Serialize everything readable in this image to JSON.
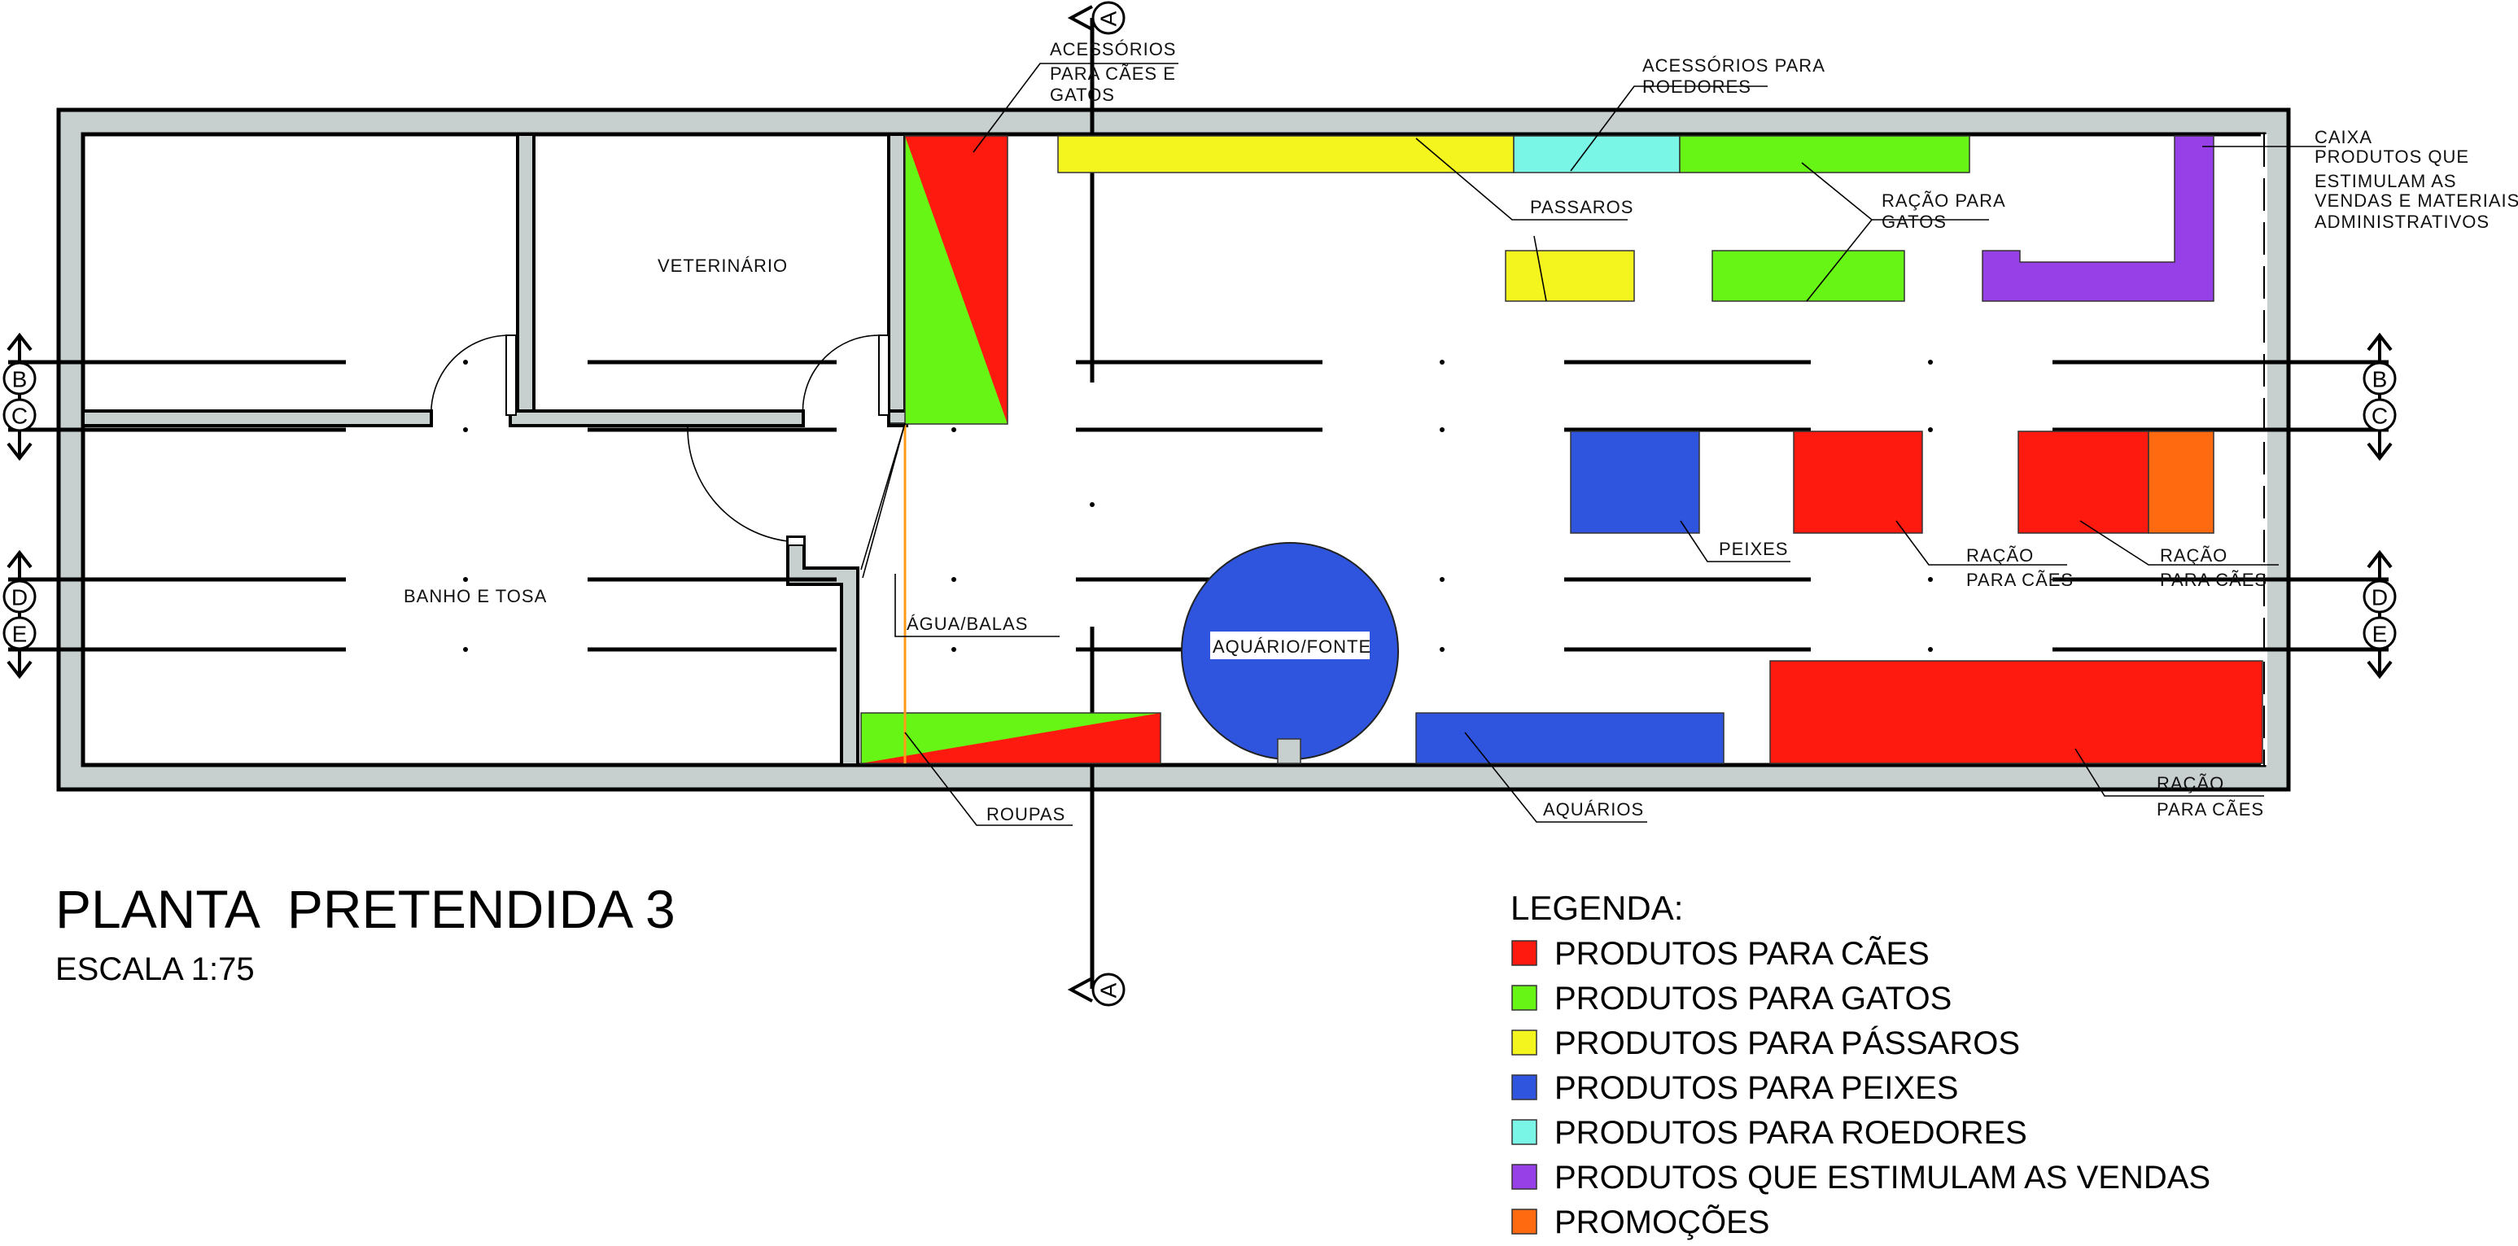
{
  "title": "PLANTA  PRETENDIDA 3",
  "scale": "ESCALA 1:75",
  "rooms": {
    "veterinario": "VETERINÁRIO",
    "banho_tosa": "BANHO  E  TOSA"
  },
  "labels": {
    "acessorios_caes_1": "ACESSÓRIOS",
    "acessorios_caes_2": "PARA  CÃES  E",
    "acessorios_caes_3": "GATOS",
    "acessorios_roedores_1": "ACESSÓRIOS  PARA",
    "acessorios_roedores_2": "ROEDORES",
    "caixa_1": "CAIXA",
    "caixa_2": "PRODUTOS  QUE",
    "caixa_3": "ESTIMULAM  AS",
    "caixa_4": "VENDAS  E  MATERIAIS",
    "caixa_5": "ADMINISTRATIVOS",
    "passaros": "PASSAROS",
    "racao_gatos_1": "RAÇÃO  PARA",
    "racao_gatos_2": "GATOS",
    "peixes": "PEIXES",
    "racao_caes_a_1": "RAÇÃO",
    "racao_caes_a_2": "PARA  CÃES",
    "racao_caes_b_1": "RAÇÃO",
    "racao_caes_b_2": "PARA  CÃES",
    "agua_balas": "ÁGUA/BALAS",
    "aquario_fonte": "AQUÁRIO/FONTE",
    "roupas": "ROUPAS",
    "aquarios": "AQUÁRIOS",
    "racao_caes_c_1": "RAÇÃO",
    "racao_caes_c_2": "PARA  CÃES"
  },
  "axes": {
    "a": "A",
    "b": "B",
    "c": "C",
    "d": "D",
    "e": "E"
  },
  "legend": {
    "title": "LEGENDA:",
    "items": [
      {
        "label": "PRODUTOS PARA CÃES",
        "color": "#ff1a0f"
      },
      {
        "label": "PRODUTOS PARA GATOS",
        "color": "#66f514"
      },
      {
        "label": "PRODUTOS PARA PÁSSAROS",
        "color": "#f4f51e"
      },
      {
        "label": "PRODUTOS PARA PEIXES",
        "color": "#2f55de"
      },
      {
        "label": "PRODUTOS PARA ROEDORES",
        "color": "#7af6e6"
      },
      {
        "label": "PRODUTOS QUE ESTIMULAM AS VENDAS",
        "color": "#9840e8"
      },
      {
        "label": "PROMOÇÕES",
        "color": "#ff6a10"
      }
    ]
  },
  "colors": {
    "dogs": "#ff1a0f",
    "cats": "#66f514",
    "birds": "#f4f51e",
    "fish": "#2f55de",
    "rodents": "#7af6e6",
    "sales": "#9840e8",
    "promo": "#ff6a10",
    "wall": "#c8cfcf"
  }
}
